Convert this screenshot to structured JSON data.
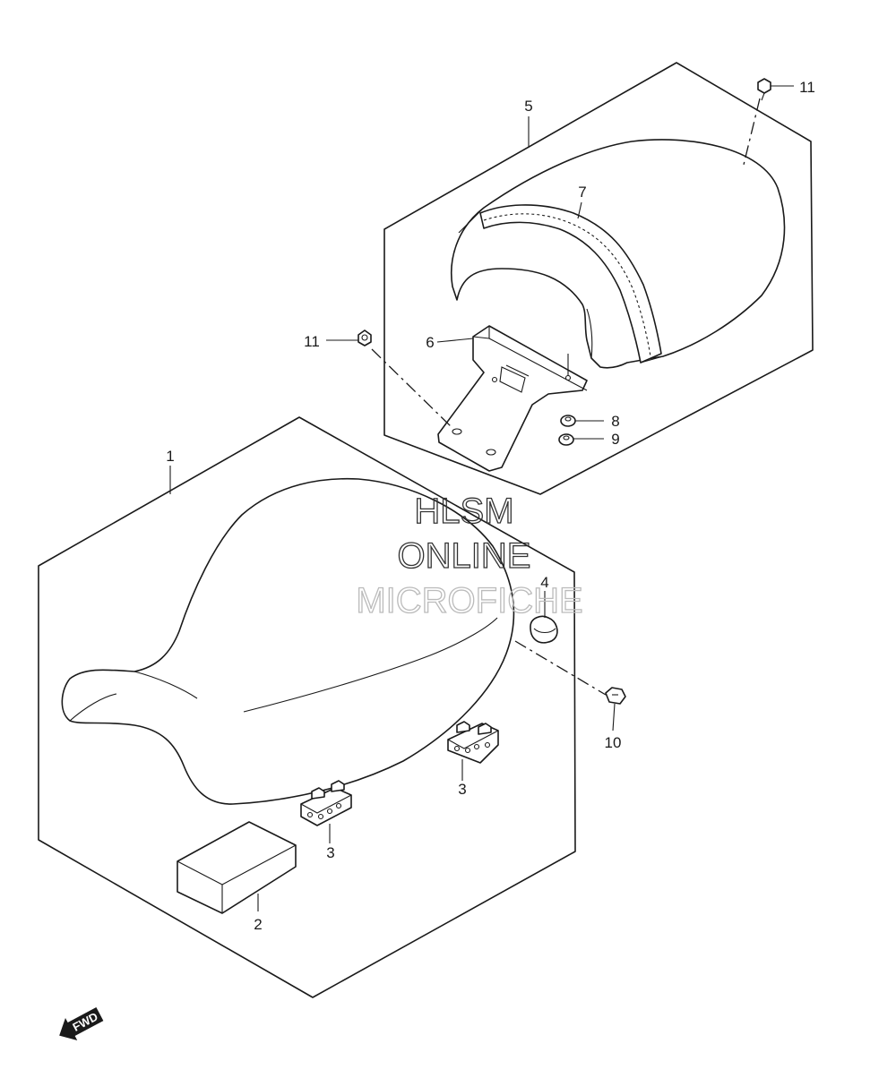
{
  "callouts": [
    {
      "id": "c1",
      "text": "1"
    },
    {
      "id": "c2",
      "text": "2"
    },
    {
      "id": "c3a",
      "text": "3"
    },
    {
      "id": "c3b",
      "text": "3"
    },
    {
      "id": "c4",
      "text": "4"
    },
    {
      "id": "c5",
      "text": "5"
    },
    {
      "id": "c6",
      "text": "6"
    },
    {
      "id": "c7",
      "text": "7"
    },
    {
      "id": "c8",
      "text": "8"
    },
    {
      "id": "c9",
      "text": "9"
    },
    {
      "id": "c10",
      "text": "10"
    },
    {
      "id": "c11a",
      "text": "11"
    },
    {
      "id": "c11b",
      "text": "11"
    }
  ],
  "watermark": {
    "line1": "HLSM",
    "line2": "ONLINE",
    "line3": "MICROFICHE"
  },
  "direction_badge": {
    "text": "FWD"
  }
}
